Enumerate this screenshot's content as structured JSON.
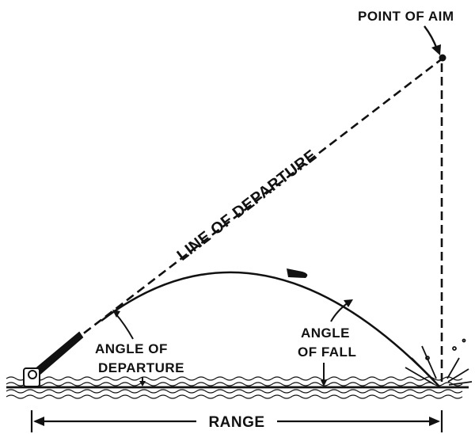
{
  "labels": {
    "point_of_aim": "POINT OF AIM",
    "line_of_departure": "LINE OF DEPARTURE",
    "angle_of_departure_line1": "ANGLE OF",
    "angle_of_departure_line2": "DEPARTURE",
    "angle_of_fall_line1": "ANGLE",
    "angle_of_fall_line2": "OF FALL",
    "range": "RANGE"
  },
  "colors": {
    "ink": "#111111",
    "background": "#ffffff"
  }
}
